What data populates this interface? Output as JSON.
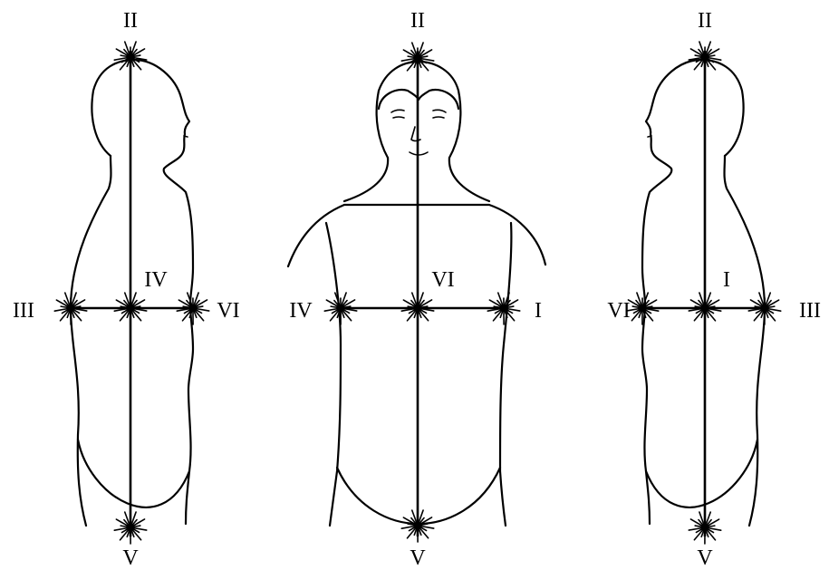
{
  "figures": [
    {
      "view": "left-profile",
      "labels": {
        "top": "II",
        "bottom": "V",
        "left": "III",
        "right": "VI",
        "center": "IV"
      }
    },
    {
      "view": "front",
      "labels": {
        "top": "II",
        "bottom": "V",
        "left": "IV",
        "right": "I",
        "center": "VI"
      }
    },
    {
      "view": "right-profile",
      "labels": {
        "top": "II",
        "bottom": "V",
        "left": "VI",
        "right": "III",
        "center": "I"
      }
    }
  ],
  "colors": {
    "ink": "#000000",
    "background": "#ffffff"
  }
}
